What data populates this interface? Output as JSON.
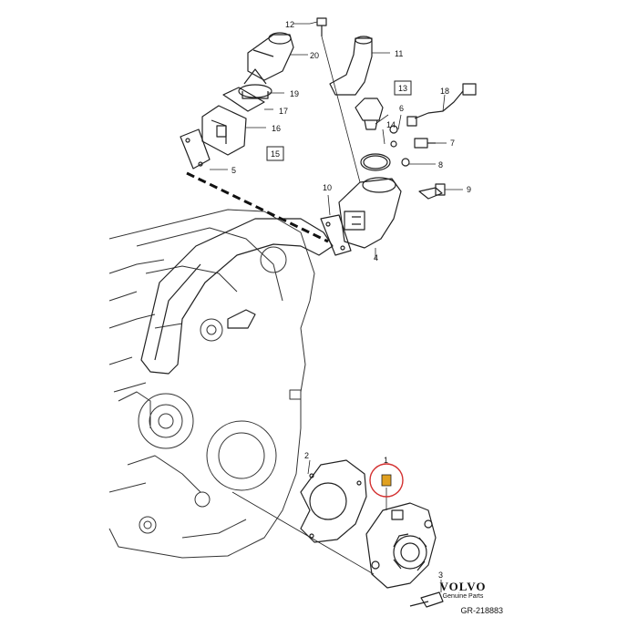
{
  "diagram": {
    "callouts": [
      "12",
      "20",
      "11",
      "19",
      "13",
      "18",
      "17",
      "6",
      "16",
      "14",
      "7",
      "15",
      "8",
      "9",
      "5",
      "10",
      "4",
      "2",
      "1",
      "3"
    ],
    "boxed_callouts": [
      "13",
      "15"
    ],
    "highlight_color": "#e0a020",
    "circle_color": "#d33030"
  },
  "brand": {
    "logo": "VOLVO",
    "subtitle": "Genuine Parts",
    "reference": "GR-218883"
  }
}
